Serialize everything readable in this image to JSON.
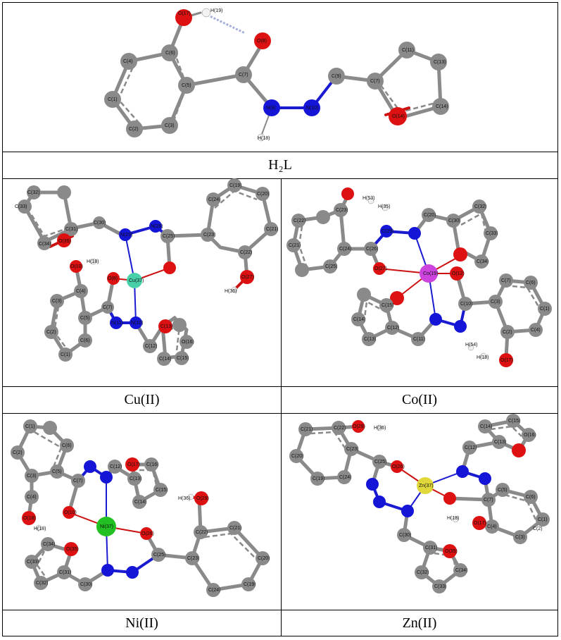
{
  "panels": {
    "ligand": {
      "label": "H₂L"
    },
    "cu": {
      "label": "Cu(II)"
    },
    "co": {
      "label": "Co(II)"
    },
    "ni": {
      "label": "Ni(II)"
    },
    "zn": {
      "label": "Zn(II)"
    }
  },
  "colors": {
    "carbon": "#8a8a8a",
    "oxygen": "#dd1111",
    "nitrogen": "#1515d8",
    "hydrogen": "#f2f2f2",
    "copper": "#48d0a8",
    "cobalt": "#cc44dd",
    "nickel": "#22c022",
    "zinc": "#e0d83a"
  },
  "atom_labels": {
    "ligand": [
      "O(17)",
      "H(19)",
      "O(8)",
      "C(6)",
      "C(4)",
      "C(5)",
      "C(7)",
      "C(1)",
      "C(2)",
      "C(3)",
      "N(9)",
      "N(10)",
      "H(18)",
      "C(9)",
      "C(7)",
      "C(11)",
      "C(13)",
      "O(14)",
      "C(14)"
    ],
    "cu": [
      "C(32)",
      "C(33)",
      "C(31)",
      "C(30)",
      "O(35)",
      "C(34)",
      "N(29)",
      "N(28)",
      "C(25)",
      "C(23)",
      "C(24)",
      "C(19)",
      "C(20)",
      "C(21)",
      "C(22)",
      "O(27)",
      "H(36)",
      "H(18)",
      "O(8)",
      "Cu(37)",
      "O(10)",
      "C(4)",
      "C(5)",
      "C(7)",
      "C(3)",
      "C(2)",
      "C(6)",
      "C(1)",
      "N(11)",
      "N(10)",
      "C(12)",
      "C(13)",
      "O(16)",
      "C(15)",
      "C(14)"
    ],
    "co": [
      "H(53)",
      "H(35)",
      "C(23)",
      "C(22)",
      "C(21)",
      "C(24)",
      "C(20)",
      "C(25)",
      "C(26)",
      "C(29)",
      "C(30)",
      "C(32)",
      "C(33)",
      "C(34)",
      "O(27)",
      "Co(19)",
      "O(12)",
      "C(15)",
      "C(14)",
      "C(13)",
      "C(12)",
      "C(11)",
      "C(10)",
      "C(7)",
      "C(3)",
      "C(6)",
      "C(1)",
      "C(2)",
      "C(4)",
      "H(54)",
      "H(18)",
      "O(17)"
    ],
    "ni": [
      "C(1)",
      "C(2)",
      "C(6)",
      "C(3)",
      "C(5)",
      "C(4)",
      "C(7)",
      "C(12)",
      "O(17)",
      "C(13)",
      "C(16)",
      "C(14)",
      "C(15)",
      "H(36)",
      "O(29)",
      "O(18)",
      "H(18)",
      "O(10)",
      "Ni(37)",
      "O(26)",
      "C(22)",
      "C(21)",
      "C(25)",
      "C(23)",
      "C(20)",
      "C(34)",
      "O(35)",
      "C(33)",
      "C(31)",
      "C(32)",
      "C(30)",
      "C(24)",
      "C(19)"
    ],
    "zn": [
      "C(21)",
      "O(29)",
      "H(36)",
      "C(20)",
      "C(22)",
      "C(19)",
      "C(23)",
      "C(24)",
      "C(25)",
      "O(26)",
      "Zn(37)",
      "C(12)",
      "C(14)",
      "C(15)",
      "C(13)",
      "O(16)",
      "C(7)",
      "C(5)",
      "C(6)",
      "C(1)",
      "H(18)",
      "C(4)",
      "C(3)",
      "C(2)",
      "O(17)",
      "C(30)",
      "C(31)",
      "O(35)",
      "C(34)",
      "C(32)",
      "C(33)"
    ]
  }
}
